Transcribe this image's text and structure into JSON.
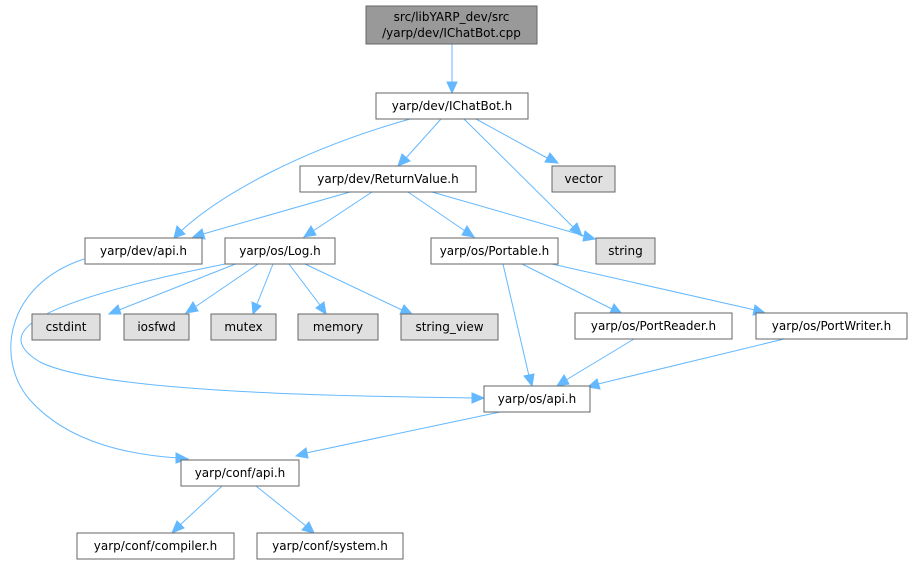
{
  "colors": {
    "root_fill": "#999999",
    "header_fill": "#ffffff",
    "system_fill": "#e0e0e0",
    "border": "#666666",
    "edge": "#63b8ff"
  },
  "nodes": {
    "root": [
      "src/libYARP_dev/src",
      "/yarp/dev/IChatBot.cpp"
    ],
    "ichatbot_h": "yarp/dev/IChatBot.h",
    "returnvalue_h": "yarp/dev/ReturnValue.h",
    "vector": "vector",
    "string": "string",
    "dev_api_h": "yarp/dev/api.h",
    "log_h": "yarp/os/Log.h",
    "portable_h": "yarp/os/Portable.h",
    "cstdint": "cstdint",
    "iosfwd": "iosfwd",
    "mutex": "mutex",
    "memory": "memory",
    "string_view": "string_view",
    "portreader_h": "yarp/os/PortReader.h",
    "portwriter_h": "yarp/os/PortWriter.h",
    "os_api_h": "yarp/os/api.h",
    "conf_api_h": "yarp/conf/api.h",
    "compiler_h": "yarp/conf/compiler.h",
    "system_h": "yarp/conf/system.h"
  }
}
